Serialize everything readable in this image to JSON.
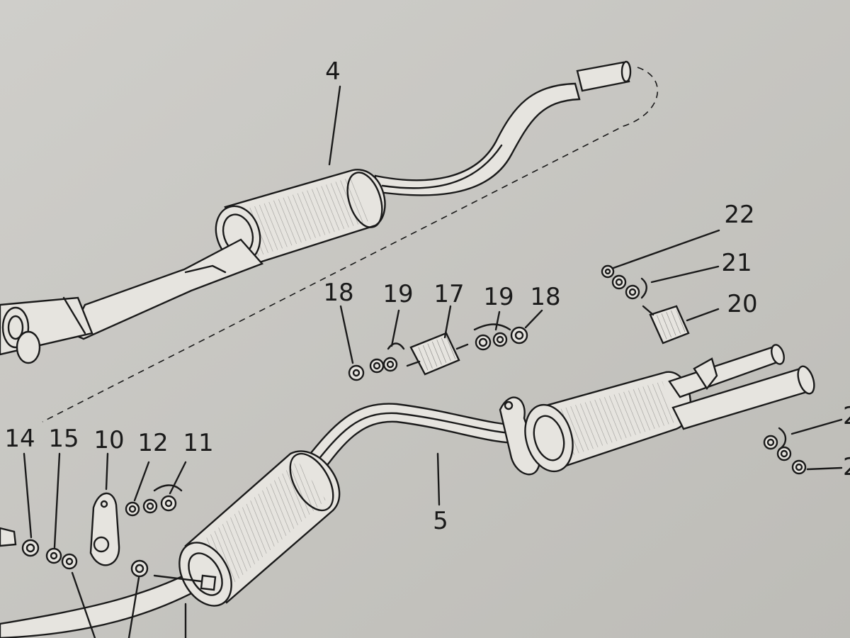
{
  "callouts": {
    "c4": "4",
    "c5": "5",
    "c18a": "18",
    "c19a": "19",
    "c17": "17",
    "c19b": "19",
    "c18b": "18",
    "c22": "22",
    "c21": "21",
    "c20": "20",
    "c14": "14",
    "c15": "15",
    "c10": "10",
    "c12": "12",
    "c11": "11",
    "c_cut_a": "2",
    "c_cut_b": "2"
  },
  "colors": {
    "paper": "#c9c8c3",
    "ink": "#1a1a1a",
    "part_fill": "#e6e4df"
  }
}
